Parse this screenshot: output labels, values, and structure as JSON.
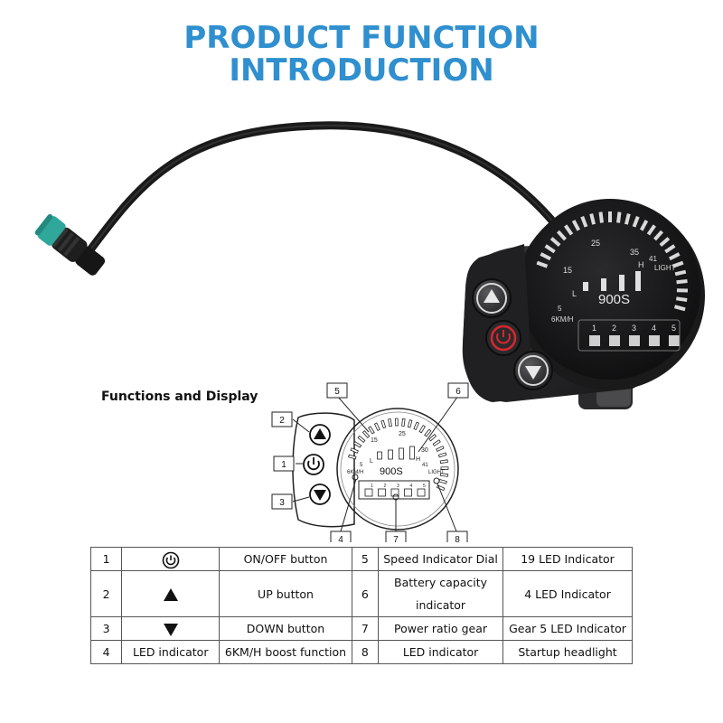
{
  "title": {
    "line1": "PRODUCT FUNCTION",
    "line2": "INTRODUCTION"
  },
  "section_label": "Functions and Display",
  "display": {
    "dial_numbers": [
      "15",
      "25",
      "35"
    ],
    "mode_letters": [
      "L",
      "H"
    ],
    "model": "900S",
    "light_label": "LIGHT",
    "light_number": "41",
    "speed_label": "6KM/H",
    "speed_number": "5",
    "gear_numbers": [
      "1",
      "2",
      "3",
      "4",
      "5"
    ]
  },
  "diagram": {
    "callouts": [
      "1",
      "2",
      "3",
      "4",
      "5",
      "6",
      "7",
      "8"
    ],
    "dial_numbers": [
      "15",
      "25",
      "30"
    ],
    "mode_letters": [
      "L",
      "H"
    ],
    "model": "900S",
    "light_label": "LIGHT",
    "light_number": "41",
    "speed_label": "6KM/H",
    "speed_number": "5",
    "gear_numbers": [
      "1",
      "2",
      "3",
      "4",
      "5"
    ]
  },
  "table": {
    "rows": [
      {
        "n1": "1",
        "sym": "power-icon",
        "d1": "ON/OFF button",
        "n2": "5",
        "f2": "Speed Indicator Dial",
        "d2": "19 LED Indicator"
      },
      {
        "n1": "2",
        "sym": "up-triangle-icon",
        "d1": "UP button",
        "n2": "6",
        "f2": "Battery capacity indicator",
        "d2": "4 LED Indicator"
      },
      {
        "n1": "3",
        "sym": "down-triangle-icon",
        "d1": "DOWN button",
        "n2": "7",
        "f2": "Power ratio gear",
        "d2": "Gear 5 LED Indicator"
      },
      {
        "n1": "4",
        "sym": "LED indicator",
        "d1": "6KM/H boost function",
        "n2": "8",
        "f2": "LED indicator",
        "d2": "Startup headlight"
      }
    ]
  },
  "colors": {
    "title": "#2f8fcf",
    "connector": "#2fa79a",
    "power_button": "#d8262e",
    "device": "#1c1c1e"
  }
}
